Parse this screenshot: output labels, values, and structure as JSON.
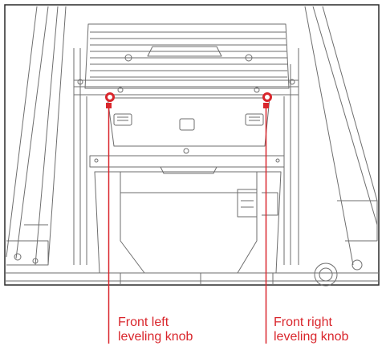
{
  "callouts": {
    "front_left": {
      "line1": "Front left",
      "line2": "leveling knob"
    },
    "front_right": {
      "line1": "Front right",
      "line2": "leveling knob"
    }
  },
  "colors": {
    "accent": "#d9262c",
    "line_art": "#6e6e6e",
    "frame": "#2a2a2a",
    "background": "#ffffff"
  }
}
